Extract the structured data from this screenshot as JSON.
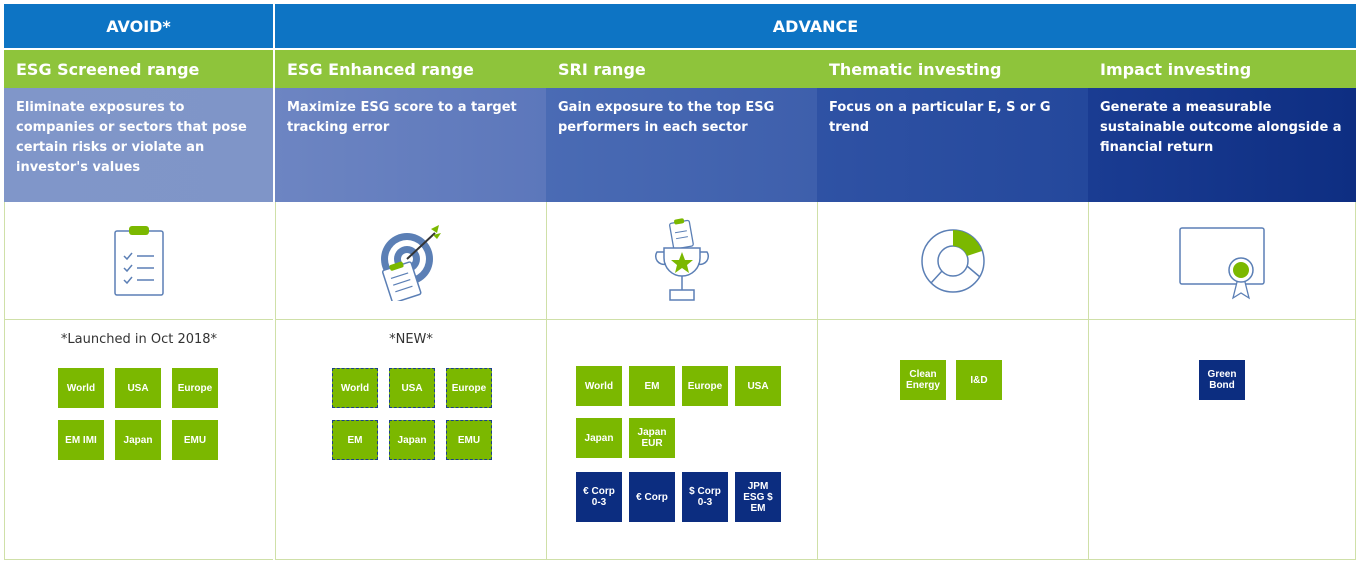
{
  "categories": {
    "avoid": "AVOID*",
    "advance": "ADVANCE"
  },
  "columns": [
    {
      "title": "ESG Screened range",
      "description": "Eliminate exposures to companies or sectors that pose certain risks or violate an investor's values",
      "icon": "checklist-icon",
      "note": "*Launched in Oct 2018*",
      "products": [
        "World",
        "USA",
        "Europe",
        "EM IMI",
        "Japan",
        "EMU"
      ]
    },
    {
      "title": "ESG Enhanced range",
      "description": "Maximize ESG score to a target tracking error",
      "icon": "target-icon",
      "note": "*NEW*",
      "products": [
        "World",
        "USA",
        "Europe",
        "EM",
        "Japan",
        "EMU"
      ]
    },
    {
      "title": "SRI range",
      "description": "Gain exposure to the top ESG performers in each sector",
      "icon": "trophy-icon",
      "note": "",
      "products": [
        "World",
        "EM",
        "Europe",
        "USA",
        "Japan",
        "Japan EUR"
      ],
      "bond_products": [
        "€ Corp 0-3",
        "€ Corp",
        "$ Corp 0-3",
        "JPM ESG $ EM"
      ]
    },
    {
      "title": "Thematic investing",
      "description": "Focus on a particular E, S or G trend",
      "icon": "donut-chart-icon",
      "note": "",
      "products": [
        "Clean Energy",
        "I&D"
      ]
    },
    {
      "title": "Impact investing",
      "description": "Generate a measurable sustainable outcome alongside a financial return",
      "icon": "certificate-icon",
      "note": "",
      "bond_products": [
        "Green Bond"
      ]
    }
  ],
  "colors": {
    "category_blue": "#0d74c4",
    "header_green": "#8ec43b",
    "tile_green": "#7bb800",
    "tile_navy": "#0c2d80",
    "icon_blue": "#5b7fb5",
    "icon_green": "#7bb800"
  }
}
